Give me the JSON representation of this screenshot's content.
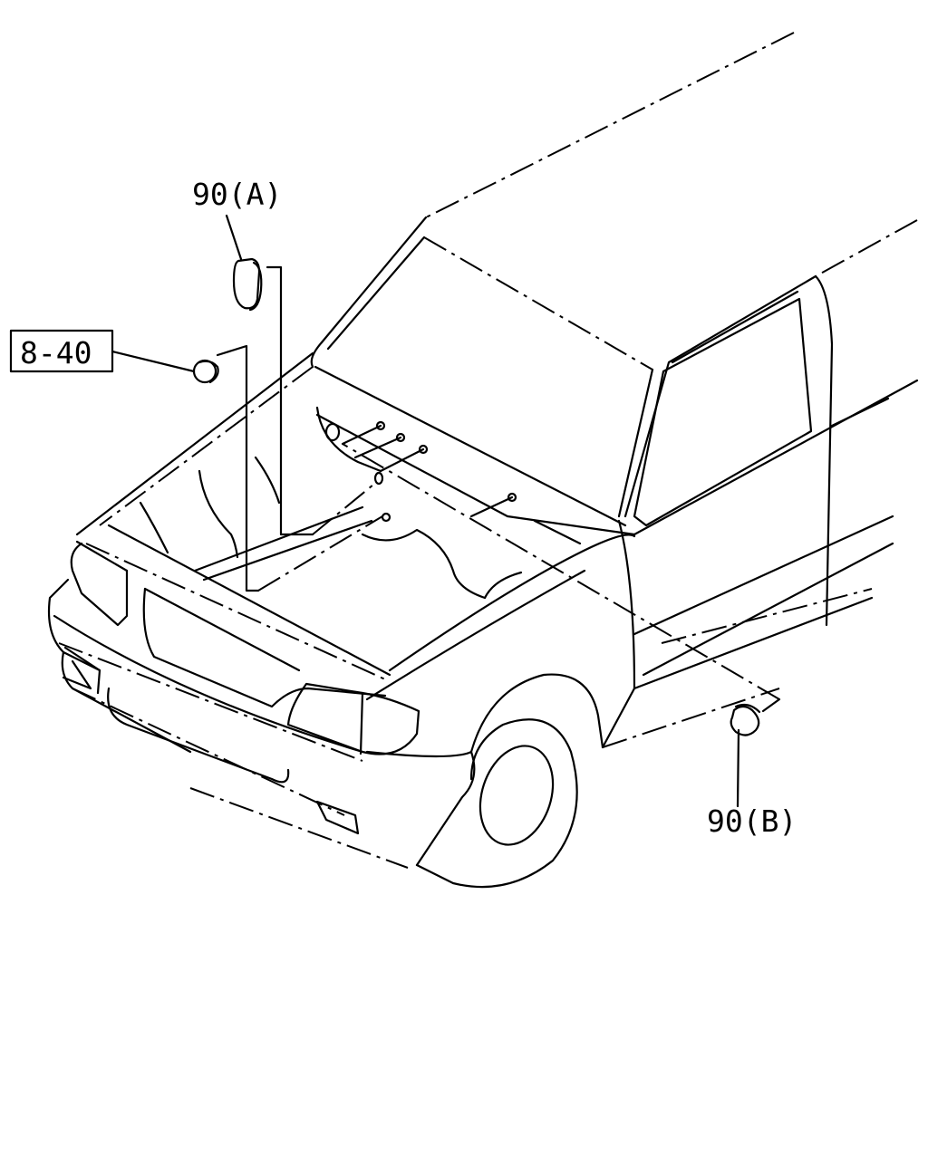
{
  "callouts": {
    "part_a": "90(A)",
    "part_b": "90(B)",
    "ref_box": "8-40"
  },
  "colors": {
    "line": "#000000",
    "background": "#ffffff"
  }
}
